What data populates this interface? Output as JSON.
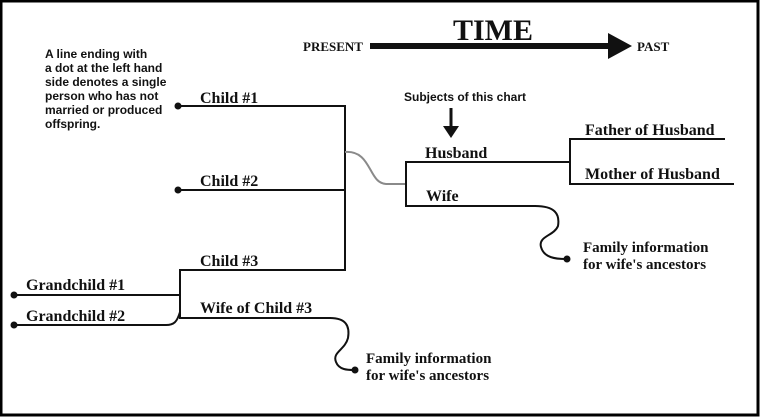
{
  "header": {
    "title": "TIME",
    "present_label": "PRESENT",
    "past_label": "PAST"
  },
  "notes": {
    "legend": [
      "A line ending with",
      "a dot at the left hand",
      "side denotes a single",
      "person who has not",
      "married or produced",
      "offspring."
    ],
    "subjects": "Subjects of this chart"
  },
  "people": {
    "child1": "Child #1",
    "child2": "Child #2",
    "child3": "Child #3",
    "grandchild1": "Grandchild #1",
    "grandchild2": "Grandchild #2",
    "wife_of_child3": "Wife of Child #3",
    "husband": "Husband",
    "wife": "Wife",
    "father_of_husband": "Father of Husband",
    "mother_of_husband": "Mother of Husband"
  },
  "family_info": {
    "upper": [
      "Family information",
      "for wife's ancestors"
    ],
    "lower": [
      "Family information",
      "for wife's ancestors"
    ]
  },
  "colors": {
    "ink": "#111111",
    "connector": "#888888",
    "frame": "#000000"
  }
}
